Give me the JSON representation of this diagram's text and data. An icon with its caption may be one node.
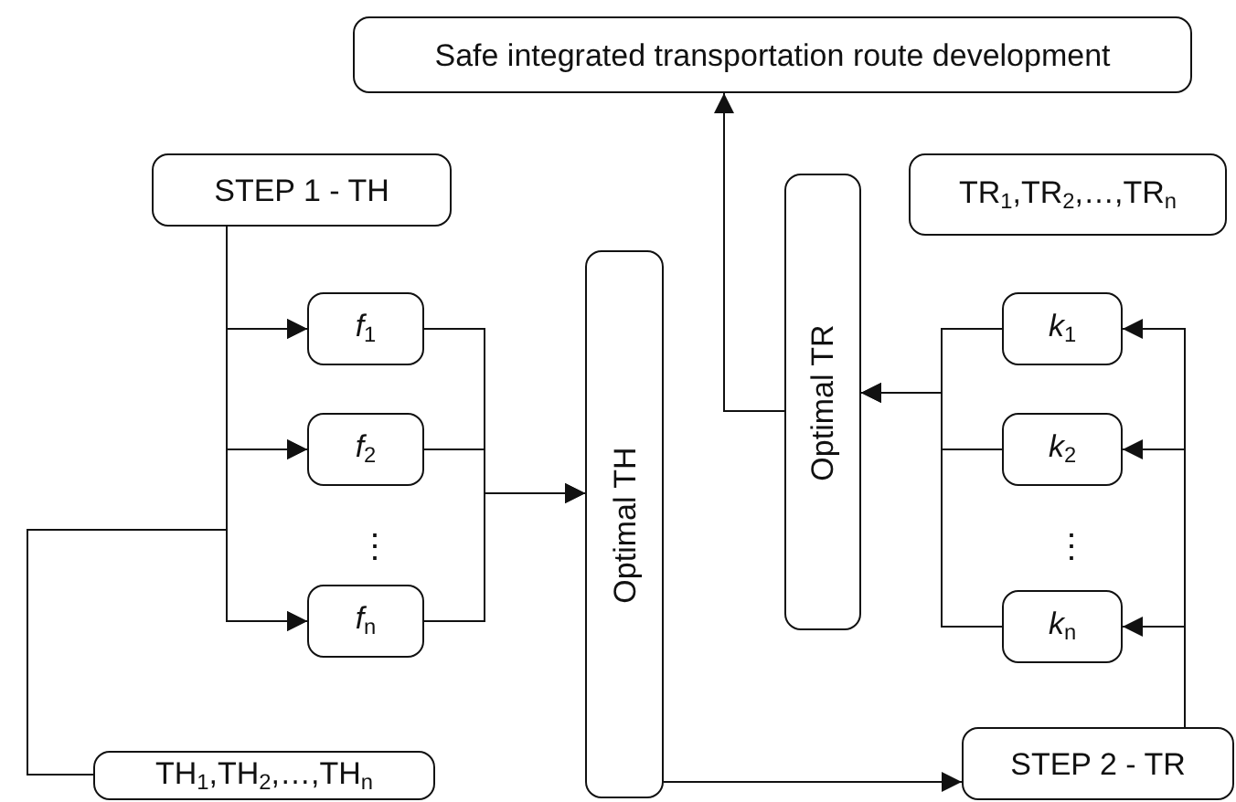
{
  "diagram": {
    "nodes": [
      {
        "text": [
          "Safe integrated transportation route development"
        ]
      },
      {
        "text": [
          "STEP 1 - TH"
        ]
      },
      {
        "text": [
          "TR$_{1}$,TR$_{2}$,…,TR$_{n}$"
        ]
      },
      {
        "text": [
          "Optimal TR"
        ]
      },
      {
        "text": [
          "Optimal TH"
        ]
      },
      {
        "text": [
          "*f*$_{1}$"
        ]
      },
      {
        "text": [
          "*f*$_{2}$"
        ]
      },
      {
        "text": [
          "*f*$_{n}$"
        ]
      },
      {
        "text": [
          "*k*$_{1}$"
        ]
      },
      {
        "text": [
          "*k*$_{2}$"
        ]
      },
      {
        "text": [
          "*k*$_{n}$"
        ]
      },
      {
        "text": [
          "TH$_{1}$,TH$_{2}$,…,TH$_{n}$"
        ]
      },
      {
        "text": [
          "STEP 2 - TR"
        ]
      }
    ],
    "edges": [
      {
        "from": 1,
        "to": 5,
        "arrow": "to"
      },
      {
        "from": 1,
        "to": 6,
        "arrow": "to"
      },
      {
        "from": 1,
        "to": 7,
        "arrow": "to"
      },
      {
        "from": 11,
        "to": 5,
        "arrow": "to"
      },
      {
        "from": 11,
        "to": 6,
        "arrow": "to"
      },
      {
        "from": 11,
        "to": 7,
        "arrow": "to"
      },
      {
        "from": 5,
        "to": 4,
        "arrow": "to"
      },
      {
        "from": 6,
        "to": 4,
        "arrow": "to"
      },
      {
        "from": 7,
        "to": 4,
        "arrow": "to"
      },
      {
        "from": 4,
        "to": 12,
        "arrow": "to"
      },
      {
        "from": 12,
        "to": 8,
        "arrow": "to"
      },
      {
        "from": 12,
        "to": 9,
        "arrow": "to"
      },
      {
        "from": 12,
        "to": 10,
        "arrow": "to"
      },
      {
        "from": 8,
        "to": 3,
        "arrow": "to"
      },
      {
        "from": 9,
        "to": 3,
        "arrow": "to"
      },
      {
        "from": 10,
        "to": 3,
        "arrow": "to"
      },
      {
        "from": 3,
        "to": 0,
        "arrow": "to"
      }
    ],
    "labels": [
      "⋮",
      "⋮"
    ]
  }
}
